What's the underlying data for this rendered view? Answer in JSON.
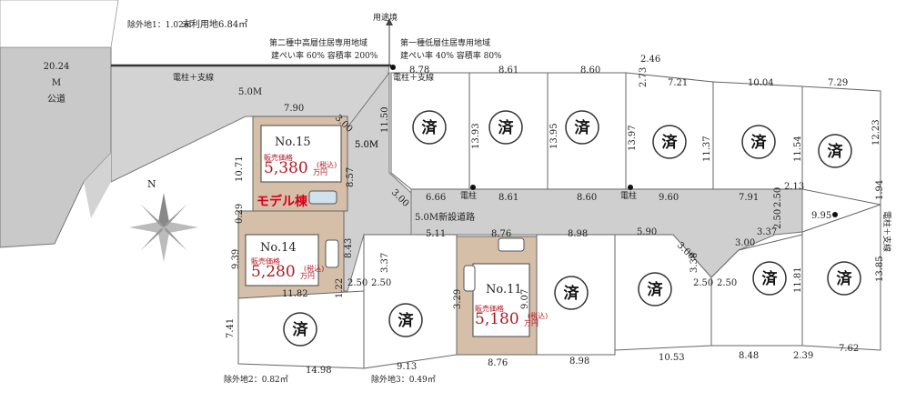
{
  "road_main": "20.24\nM\n公道",
  "road_side": "5.0M",
  "road_mid": "5.0M",
  "road_new": "5.0M新設道路",
  "excluded": [
    "除外地1：1.02㎡",
    "除外地2：0.82㎡",
    "除外地3：0.49㎡"
  ],
  "unused": "未利用地6.84㎡",
  "zone_boundary": "用途境",
  "zone_left": "第二種中高層住居専用地域",
  "zone_left_ratio": "建ぺい率 60%  容積率 200%",
  "zone_right": "第一種低層住居専用地域",
  "zone_right_ratio": "建ぺい率 40%  容積率 80%",
  "pole": "電柱",
  "pole_support": "電柱＋支線",
  "model_label": "モデル棟",
  "sold_mark": "済",
  "price_caption": "販売価格",
  "tax_note": "(税込)",
  "price_unit": "万円",
  "lots": [
    {
      "no": "No.15",
      "price": "5,380"
    },
    {
      "no": "No.14",
      "price": "5,280"
    },
    {
      "no": "No.11",
      "price": "5,180"
    }
  ],
  "colors": {
    "available_lot": "#d6bfa8",
    "road": "#cfcfcf",
    "price": "#b0171f",
    "model": "#d6001c"
  },
  "dims": [
    "7.90",
    "3.00",
    "10.71",
    "11.50",
    "5.0M",
    "8.57",
    "3.00",
    "0.29",
    "9.39",
    "8.43",
    "3.37",
    "11.82",
    "1.22",
    "2.50",
    "2.50",
    "8.78",
    "8.61",
    "8.60",
    "2.46",
    "2.73",
    "7.21",
    "10.04",
    "7.29",
    "13.93",
    "13.95",
    "13.97",
    "11.37",
    "11.54",
    "12.23",
    "6.66",
    "8.61",
    "8.60",
    "9.60",
    "7.91",
    "2.13",
    "2.50",
    "2.50",
    "1.94",
    "9.95",
    "5.11",
    "8.76",
    "8.98",
    "5.90",
    "3.00",
    "3.00",
    "3.37",
    "3.38",
    "2.50",
    "2.50",
    "3.29",
    "9.07",
    "11.81",
    "13.85",
    "7.41",
    "14.98",
    "9.13",
    "8.76",
    "8.98",
    "10.53",
    "8.48",
    "2.39",
    "7.62"
  ]
}
